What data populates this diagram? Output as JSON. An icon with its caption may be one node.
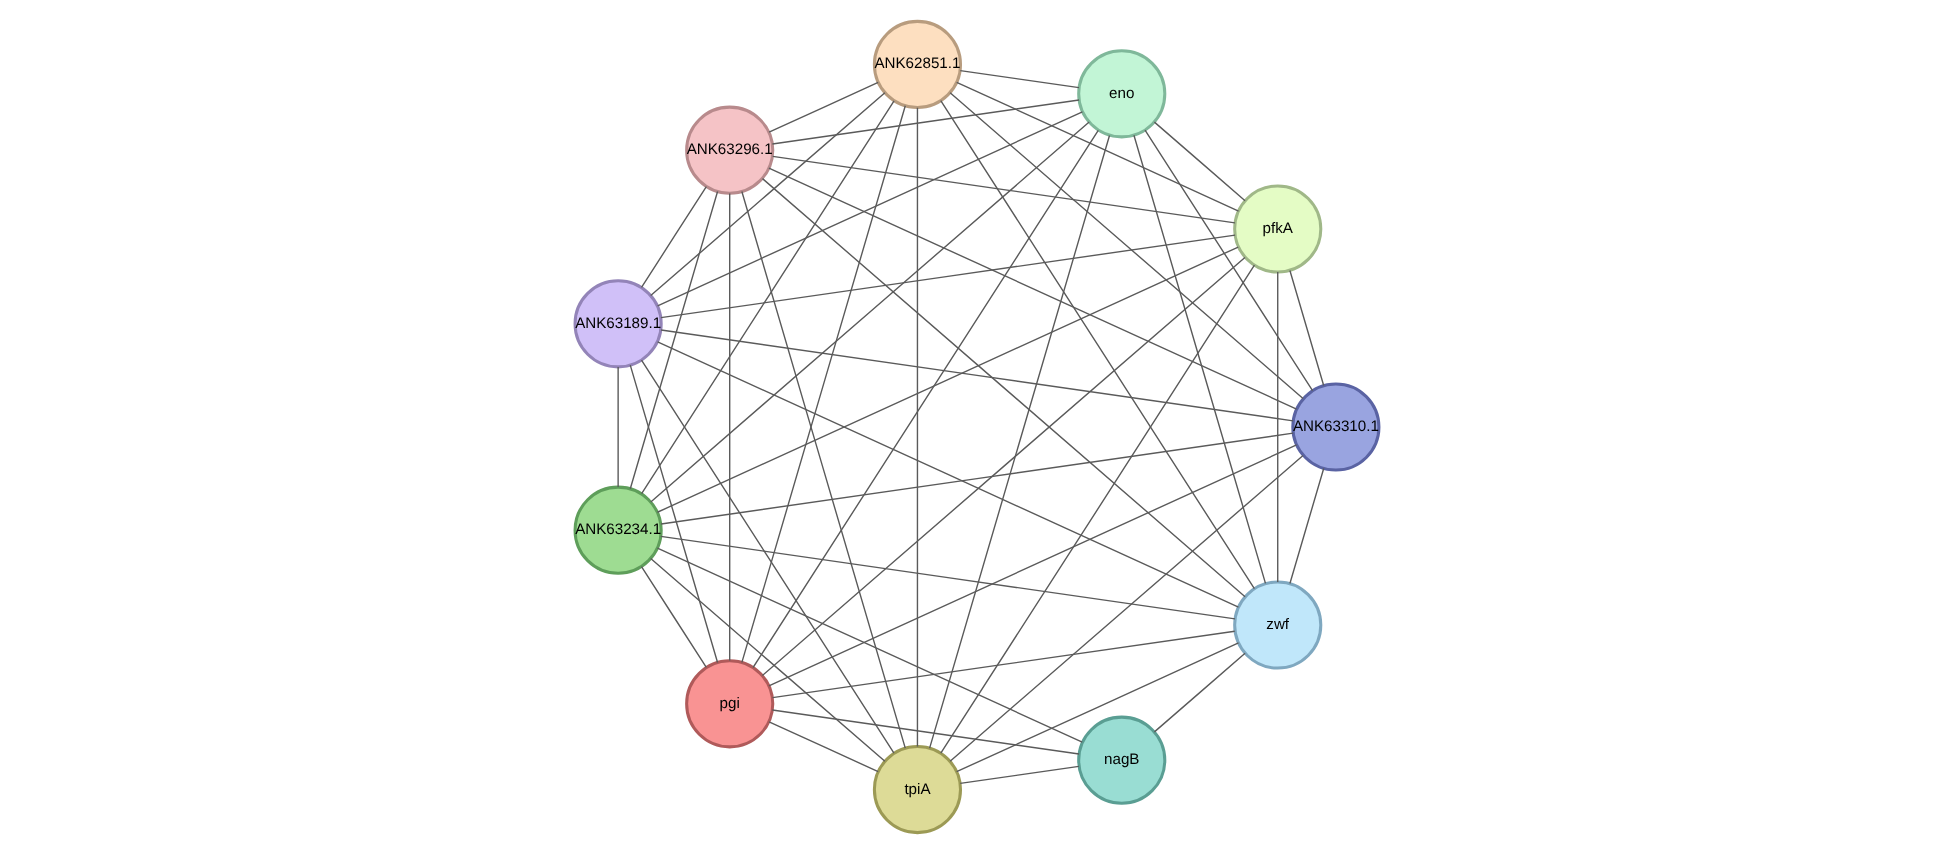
{
  "diagram": {
    "nodes": [
      {
        "text": [
          "nagB"
        ]
      },
      {
        "text": [
          "zwf"
        ]
      },
      {
        "text": [
          "ANK63310.1"
        ]
      },
      {
        "text": [
          "pgi"
        ]
      },
      {
        "text": [
          "ANK63234.1"
        ]
      },
      {
        "text": [
          "tpiA"
        ]
      },
      {
        "text": [
          "ANK63189.1"
        ]
      },
      {
        "text": [
          "ANK63296.1"
        ]
      },
      {
        "text": [
          "ANK62851.1"
        ]
      },
      {
        "text": [
          "eno"
        ]
      },
      {
        "text": [
          "pfkA"
        ]
      }
    ],
    "edges": [
      {
        "from": 0,
        "to": 1,
        "arrow": "none"
      },
      {
        "from": 0,
        "to": 3,
        "arrow": "none"
      },
      {
        "from": 0,
        "to": 4,
        "arrow": "none"
      },
      {
        "from": 0,
        "to": 5,
        "arrow": "none"
      },
      {
        "from": 1,
        "to": 2,
        "arrow": "none"
      },
      {
        "from": 1,
        "to": 3,
        "arrow": "none"
      },
      {
        "from": 1,
        "to": 4,
        "arrow": "none"
      },
      {
        "from": 1,
        "to": 5,
        "arrow": "none"
      },
      {
        "from": 1,
        "to": 6,
        "arrow": "none"
      },
      {
        "from": 1,
        "to": 7,
        "arrow": "none"
      },
      {
        "from": 1,
        "to": 8,
        "arrow": "none"
      },
      {
        "from": 1,
        "to": 9,
        "arrow": "none"
      },
      {
        "from": 1,
        "to": 10,
        "arrow": "none"
      },
      {
        "from": 2,
        "to": 3,
        "arrow": "none"
      },
      {
        "from": 2,
        "to": 4,
        "arrow": "none"
      },
      {
        "from": 2,
        "to": 5,
        "arrow": "none"
      },
      {
        "from": 2,
        "to": 6,
        "arrow": "none"
      },
      {
        "from": 2,
        "to": 7,
        "arrow": "none"
      },
      {
        "from": 2,
        "to": 8,
        "arrow": "none"
      },
      {
        "from": 2,
        "to": 9,
        "arrow": "none"
      },
      {
        "from": 2,
        "to": 10,
        "arrow": "none"
      },
      {
        "from": 3,
        "to": 4,
        "arrow": "none"
      },
      {
        "from": 3,
        "to": 5,
        "arrow": "none"
      },
      {
        "from": 3,
        "to": 6,
        "arrow": "none"
      },
      {
        "from": 3,
        "to": 7,
        "arrow": "none"
      },
      {
        "from": 3,
        "to": 8,
        "arrow": "none"
      },
      {
        "from": 3,
        "to": 9,
        "arrow": "none"
      },
      {
        "from": 3,
        "to": 10,
        "arrow": "none"
      },
      {
        "from": 4,
        "to": 5,
        "arrow": "none"
      },
      {
        "from": 4,
        "to": 6,
        "arrow": "none"
      },
      {
        "from": 4,
        "to": 7,
        "arrow": "none"
      },
      {
        "from": 4,
        "to": 8,
        "arrow": "none"
      },
      {
        "from": 4,
        "to": 9,
        "arrow": "none"
      },
      {
        "from": 4,
        "to": 10,
        "arrow": "none"
      },
      {
        "from": 5,
        "to": 6,
        "arrow": "none"
      },
      {
        "from": 5,
        "to": 7,
        "arrow": "none"
      },
      {
        "from": 5,
        "to": 8,
        "arrow": "none"
      },
      {
        "from": 5,
        "to": 9,
        "arrow": "none"
      },
      {
        "from": 5,
        "to": 10,
        "arrow": "none"
      },
      {
        "from": 6,
        "to": 7,
        "arrow": "none"
      },
      {
        "from": 6,
        "to": 8,
        "arrow": "none"
      },
      {
        "from": 6,
        "to": 9,
        "arrow": "none"
      },
      {
        "from": 6,
        "to": 10,
        "arrow": "none"
      },
      {
        "from": 7,
        "to": 8,
        "arrow": "none"
      },
      {
        "from": 7,
        "to": 9,
        "arrow": "none"
      },
      {
        "from": 7,
        "to": 10,
        "arrow": "none"
      },
      {
        "from": 8,
        "to": 9,
        "arrow": "none"
      },
      {
        "from": 8,
        "to": 10,
        "arrow": "none"
      },
      {
        "from": 9,
        "to": 10,
        "arrow": "none"
      }
    ]
  }
}
